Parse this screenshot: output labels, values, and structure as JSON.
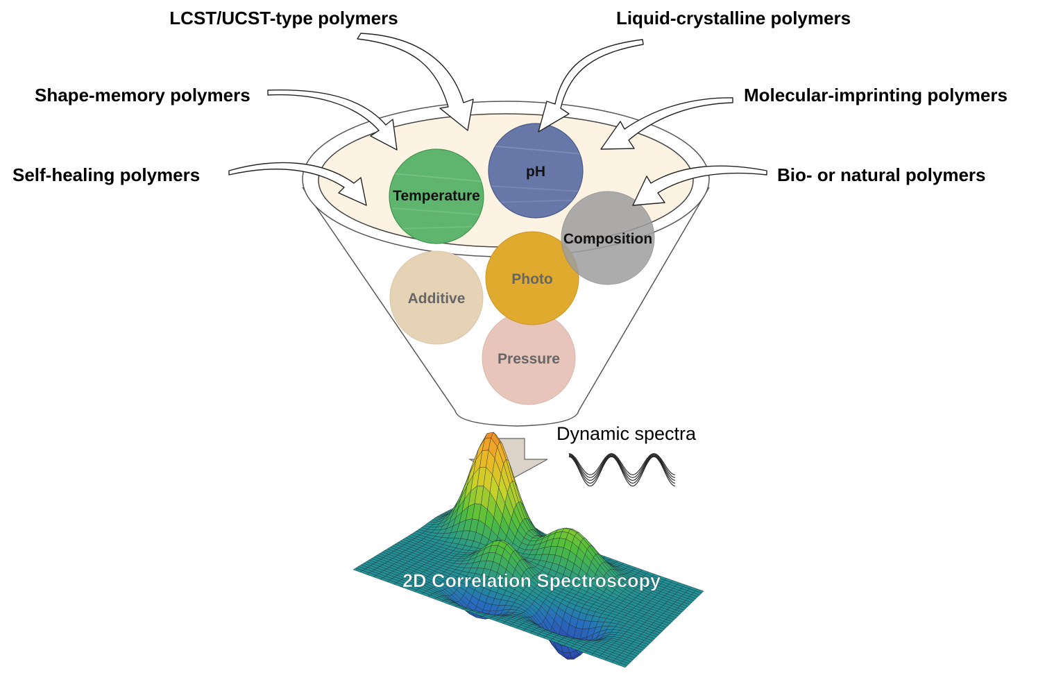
{
  "polymer_labels": {
    "lcst": "LCST/UCST-type polymers",
    "liquid_crystalline": "Liquid-crystalline polymers",
    "shape_memory": "Shape-memory polymers",
    "molecular_imprinting": "Molecular-imprinting polymers",
    "self_healing": "Self-healing polymers",
    "bio_natural": "Bio- or natural polymers"
  },
  "stimuli": {
    "temperature": {
      "label": "Temperature",
      "color": "#5fb56d",
      "text_color": "#111111"
    },
    "ph": {
      "label": "pH",
      "color": "#6677a8",
      "text_color": "#111111"
    },
    "composition": {
      "label": "Composition",
      "color": "#9e9e9e",
      "text_color": "#111111"
    },
    "additive": {
      "label": "Additive",
      "color": "#e6d3b6",
      "text_color": "#666666"
    },
    "photo": {
      "label": "Photo",
      "color": "#e0aa2e",
      "text_color": "#666666"
    },
    "pressure": {
      "label": "Pressure",
      "color": "#e8c5ba",
      "text_color": "#666666"
    }
  },
  "funnel": {
    "rim_fill": "#fdf3e3",
    "down_arrow_fill": "#dbd3c8"
  },
  "dynamic_spectra": {
    "label": "Dynamic spectra"
  },
  "surface": {
    "title": "2D Correlation Spectroscopy"
  }
}
